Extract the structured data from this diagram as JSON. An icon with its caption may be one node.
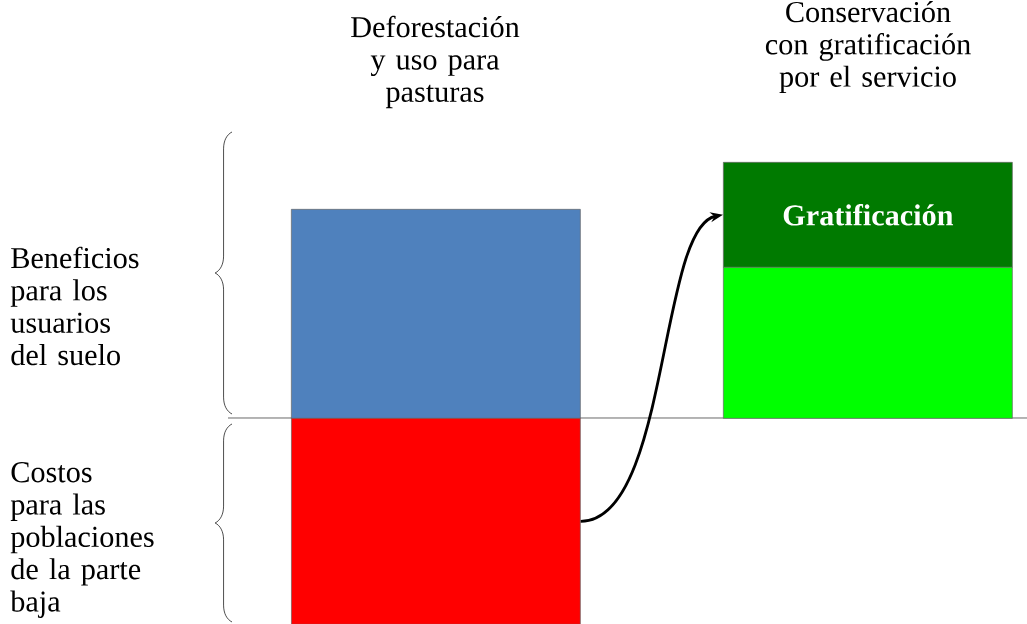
{
  "diagram": {
    "nodes": [
      {
        "text": [],
        "shape": "box"
      },
      {
        "text": [],
        "shape": "box"
      },
      {
        "text": [
          "Gratificación"
        ]
      },
      {
        "text": [],
        "shape": "box"
      }
    ],
    "edges": [
      {
        "from": 1,
        "to": 2,
        "arrow": "to"
      }
    ],
    "labels": [
      "Deforestación y uso para pasturas",
      "Conservación con gratificación por el servicio",
      "Beneficios para los usuarios del suelo",
      "Costos para las poblaciones de la parte baja"
    ]
  }
}
